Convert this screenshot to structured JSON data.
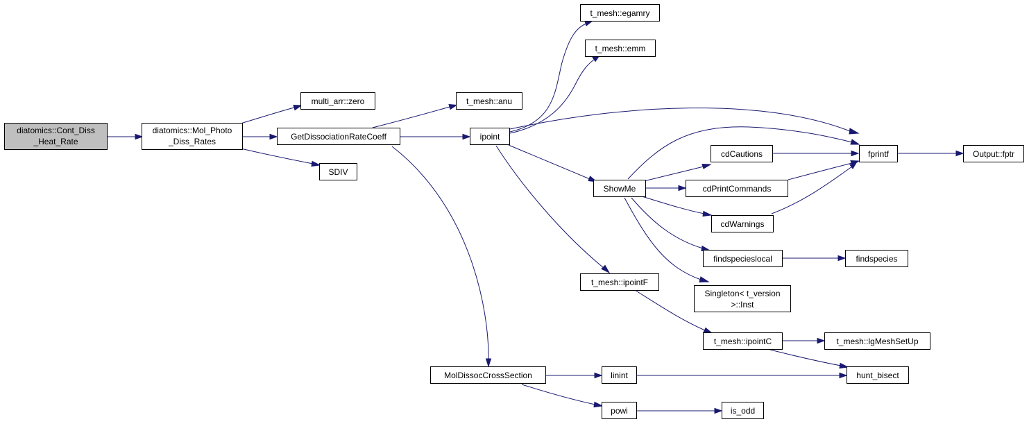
{
  "colors": {
    "edge": "#191970",
    "node_border": "#000000",
    "root_fill": "#bfbfbf",
    "node_fill": "#ffffff"
  },
  "nodes": {
    "cont_diss_heat_rate": [
      "diatomics::Cont_Diss",
      "_Heat_Rate"
    ],
    "mol_photo_diss_rates": [
      "diatomics::Mol_Photo",
      "_Diss_Rates"
    ],
    "multi_arr_zero": [
      "multi_arr::zero"
    ],
    "get_dissociation_rate_coeff": [
      "GetDissociationRateCoeff"
    ],
    "sdiv": [
      "SDIV"
    ],
    "t_mesh_anu": [
      "t_mesh::anu"
    ],
    "ipoint": [
      "ipoint"
    ],
    "mol_dissoc_cross_section": [
      "MolDissocCrossSection"
    ],
    "t_mesh_egamry": [
      "t_mesh::egamry"
    ],
    "t_mesh_emm": [
      "t_mesh::emm"
    ],
    "fprintf": [
      "fprintf"
    ],
    "show_me": [
      "ShowMe"
    ],
    "t_mesh_ipoint_f": [
      "t_mesh::ipointF"
    ],
    "cd_cautions": [
      "cdCautions"
    ],
    "cd_print_commands": [
      "cdPrintCommands"
    ],
    "cd_warnings": [
      "cdWarnings"
    ],
    "findspecieslocal": [
      "findspecieslocal"
    ],
    "singleton_inst": [
      "Singleton< t_version",
      ">::Inst"
    ],
    "t_mesh_ipoint_c": [
      "t_mesh::ipointC"
    ],
    "output_fptr": [
      "Output::fptr"
    ],
    "findspecies": [
      "findspecies"
    ],
    "t_mesh_lg_mesh_set_up": [
      "t_mesh::lgMeshSetUp"
    ],
    "hunt_bisect": [
      "hunt_bisect"
    ],
    "linint": [
      "linint"
    ],
    "powi": [
      "powi"
    ],
    "is_odd": [
      "is_odd"
    ]
  }
}
